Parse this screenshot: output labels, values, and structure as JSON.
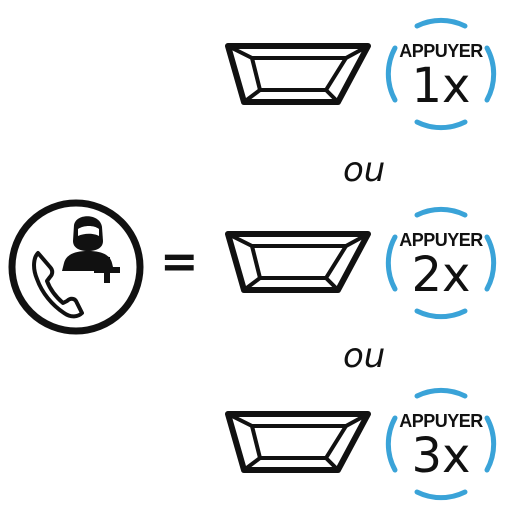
{
  "connector": {
    "text": "ou"
  },
  "equals_sign": "=",
  "press_options": [
    {
      "label": "APPUYER",
      "count": "1x"
    },
    {
      "label": "APPUYER",
      "count": "2x"
    },
    {
      "label": "APPUYER",
      "count": "3x"
    }
  ],
  "colors": {
    "accent_arc": "#3aa3d8",
    "outline": "#111111"
  },
  "icons": {
    "left": "phone-add-contact-icon",
    "button": "device-button-icon"
  }
}
